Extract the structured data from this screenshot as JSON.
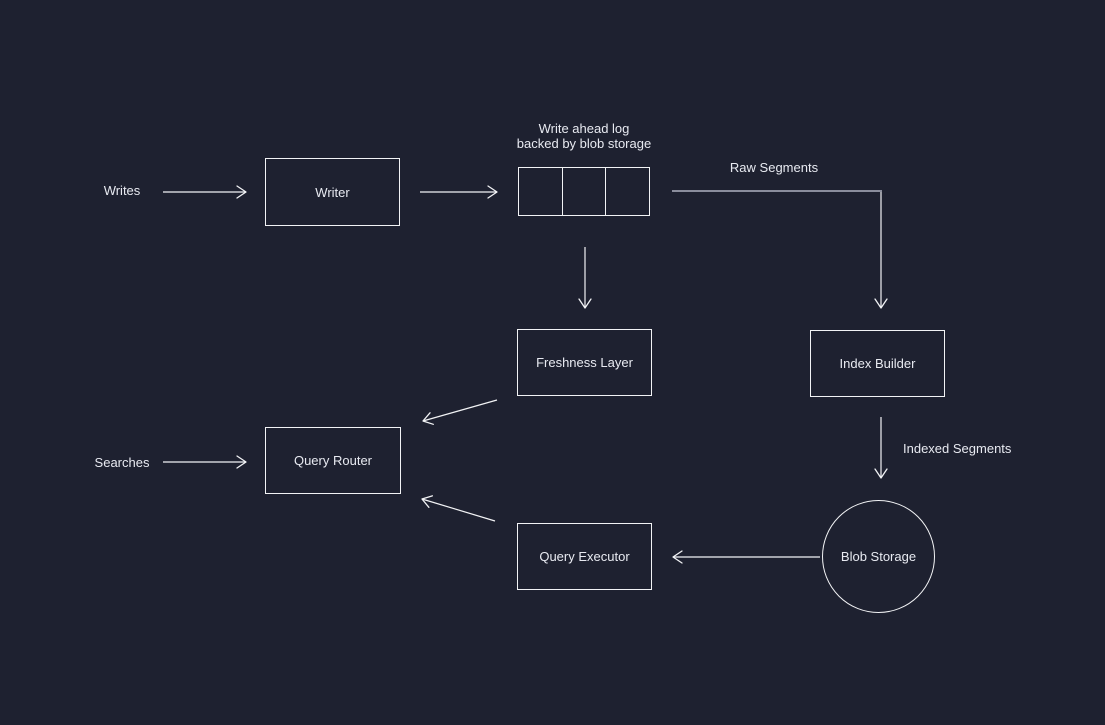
{
  "canvas": {
    "background_color": "#1e2130",
    "stroke_color": "#f2f3f5",
    "muted_stroke_color": "#8a8d9c",
    "text_color": "#e8eaf1"
  },
  "nodes": {
    "writer": {
      "label": "Writer",
      "shape": "rectangle"
    },
    "wal": {
      "shape": "segmented-rectangle",
      "segments": 3,
      "caption_line1": "Write ahead log",
      "caption_line2": "backed by blob storage"
    },
    "freshness_layer": {
      "label": "Freshness Layer",
      "shape": "rectangle"
    },
    "index_builder": {
      "label": "Index Builder",
      "shape": "rectangle"
    },
    "query_router": {
      "label": "Query Router",
      "shape": "rectangle"
    },
    "query_executor": {
      "label": "Query Executor",
      "shape": "rectangle"
    },
    "blob_storage": {
      "label": "Blob Storage",
      "shape": "circle"
    }
  },
  "edge_labels": {
    "writes": "Writes",
    "searches": "Searches",
    "raw_segments": "Raw Segments",
    "indexed_segments": "Indexed Segments"
  },
  "edges": [
    {
      "from": "writes-label",
      "to": "writer"
    },
    {
      "from": "writer",
      "to": "wal"
    },
    {
      "from": "wal",
      "to": "freshness_layer"
    },
    {
      "from": "wal",
      "to": "index_builder",
      "label": "Raw Segments"
    },
    {
      "from": "index_builder",
      "to": "blob_storage",
      "label": "Indexed Segments"
    },
    {
      "from": "blob_storage",
      "to": "query_executor"
    },
    {
      "from": "freshness_layer",
      "to": "query_router"
    },
    {
      "from": "query_executor",
      "to": "query_router"
    },
    {
      "from": "searches-label",
      "to": "query_router"
    }
  ]
}
